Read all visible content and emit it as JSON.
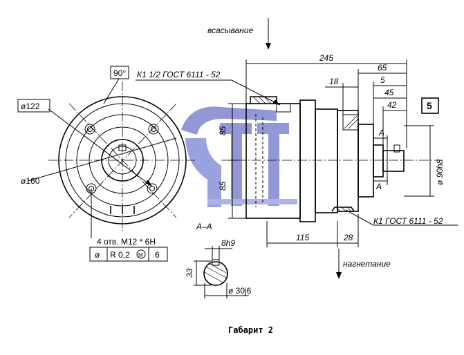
{
  "diagram": {
    "caption": "Габарит 2",
    "port_labels": {
      "suction": "всасывание",
      "discharge": "нагнетание"
    },
    "callouts": {
      "top_thread": "К1 1/2 ГОСТ 6111 - 52",
      "bottom_thread": "К1 ГОСТ 6111 - 52"
    },
    "front_view": {
      "angle": "90°",
      "diameters": [
        "122",
        "160"
      ],
      "holes_note": "4 отв. М12 * 6Н",
      "tolerance_frame": [
        "ø",
        "R 0,2",
        "М",
        "6"
      ]
    },
    "section": {
      "title": "А–А",
      "key_width": "8h9",
      "height": "33",
      "shaft_diameter": "ø 30j6"
    },
    "dimensions": {
      "overall_length": "245",
      "d65": "65",
      "d18": "18",
      "d5": "5",
      "d45": "45",
      "d42": "42",
      "d85_upper": "85",
      "d85_lower": "85",
      "d115": "115",
      "d28": "28",
      "shaft_fit": "ø 90h8"
    },
    "section_markers": [
      "А",
      "А"
    ],
    "ref_box": "5",
    "watermark_colors": {
      "primary": "#2b2fa8",
      "light": "#9aa6e6"
    }
  }
}
